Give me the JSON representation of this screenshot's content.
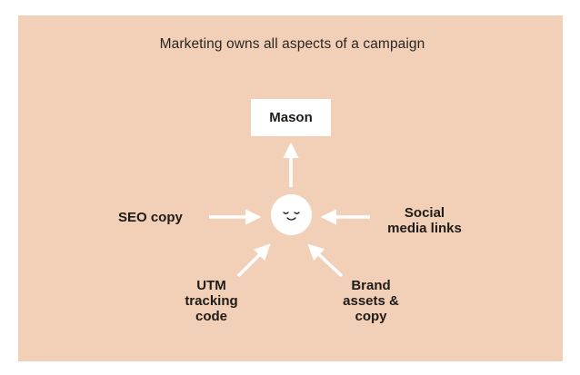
{
  "diagram": {
    "title": "Marketing owns all aspects of a campaign",
    "center_box_label": "Mason",
    "inputs": [
      {
        "id": "seo",
        "label": "SEO copy"
      },
      {
        "id": "social",
        "label": "Social\nmedia links"
      },
      {
        "id": "utm",
        "label": "UTM\ntracking\ncode"
      },
      {
        "id": "brand",
        "label": "Brand\nassets &\ncopy"
      }
    ],
    "center_icon": "smiling-face-icon",
    "colors": {
      "background": "#f2d0b7",
      "box": "#ffffff",
      "arrow": "#ffffff",
      "text": "#1f1b18"
    }
  }
}
